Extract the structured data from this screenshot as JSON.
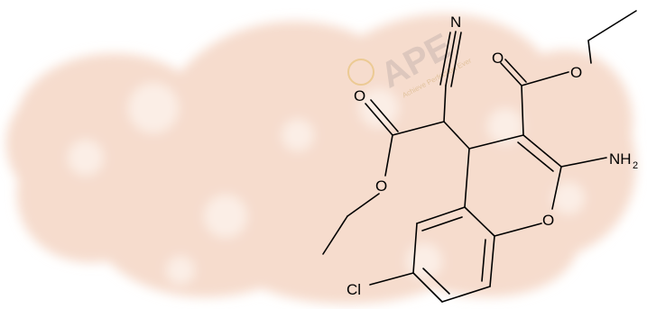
{
  "molecule": {
    "atom_labels": {
      "nitrogen": "N",
      "carbonyl_oxygen_right": "O",
      "ester_oxygen_right": "O",
      "carbonyl_oxygen_left": "O",
      "ester_oxygen_left": "O",
      "ring_oxygen": "O",
      "chlorine": "Cl",
      "amino": "NH",
      "amino_subscript": "2"
    }
  },
  "watermark": {
    "brand": "APE",
    "tagline": "Achieve Perfection Ever"
  },
  "colors": {
    "background_blob": "#f6dccd",
    "blob_highlight": "#fbeee6",
    "watermark_gold": "#e2b85a"
  }
}
